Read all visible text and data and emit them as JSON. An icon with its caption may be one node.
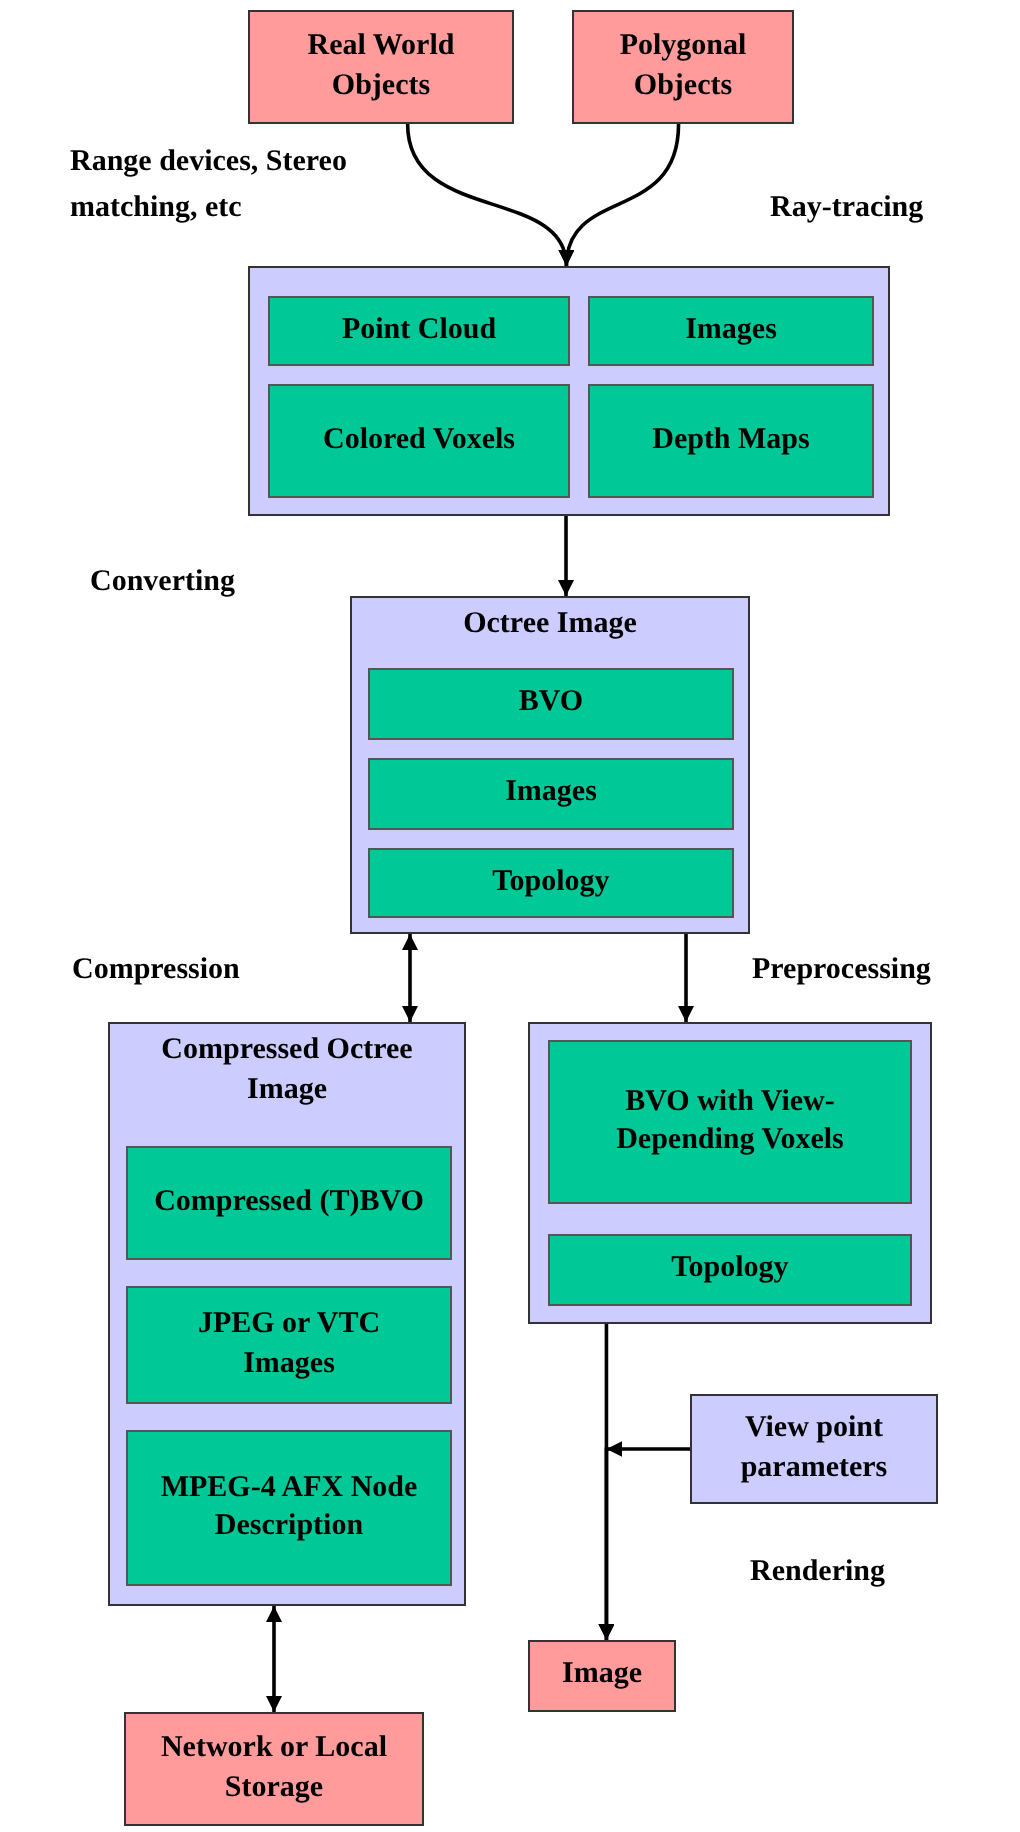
{
  "diagram": {
    "nodes": [
      {
        "text": [
          "Real World Objects"
        ]
      },
      {
        "text": [
          "Polygonal Objects"
        ]
      },
      {
        "text": [],
        "shape": "box"
      },
      {
        "text": [
          "Point Cloud"
        ],
        "in": 2
      },
      {
        "text": [
          "Images"
        ],
        "in": 2
      },
      {
        "text": [
          "Colored Voxels"
        ],
        "in": 2
      },
      {
        "text": [
          "Depth Maps"
        ],
        "in": 2
      },
      {
        "text": [
          "Octree Image"
        ]
      },
      {
        "text": [
          "BVO"
        ],
        "in": 7
      },
      {
        "text": [
          "Images"
        ],
        "in": 7
      },
      {
        "text": [
          "Topology"
        ],
        "in": 7
      },
      {
        "text": [
          "Compressed Octree Image"
        ]
      },
      {
        "text": [
          "Compressed (T)BVO"
        ],
        "in": 11
      },
      {
        "text": [
          "JPEG or VTC Images"
        ],
        "in": 11
      },
      {
        "text": [
          "MPEG-4 AFX Node Description"
        ],
        "in": 11
      },
      {
        "text": [],
        "shape": "box"
      },
      {
        "text": [
          "BVO with View-Depending Voxels"
        ],
        "in": 15
      },
      {
        "text": [
          "Topology"
        ],
        "in": 15
      },
      {
        "text": [
          "View point parameters"
        ]
      },
      {
        "text": [
          "Image"
        ]
      },
      {
        "text": [
          "Network or Local Storage"
        ]
      }
    ],
    "edges": [
      {
        "from": 0,
        "to": 2,
        "arrow": "to"
      },
      {
        "from": 1,
        "to": 2,
        "arrow": "to"
      },
      {
        "from": 2,
        "to": 7,
        "arrow": "to"
      },
      {
        "from": 7,
        "to": 11,
        "arrow": "both"
      },
      {
        "from": 7,
        "to": 15,
        "arrow": "to"
      },
      {
        "from": 15,
        "to": 19,
        "arrow": "to"
      },
      {
        "from": 18,
        "to": 19,
        "arrow": "to"
      },
      {
        "from": 11,
        "to": 20,
        "arrow": "both"
      }
    ],
    "labels": [
      "Range devices, Stereo matching, etc",
      "Ray-tracing",
      "Converting",
      "Compression",
      "Preprocessing",
      "Rendering"
    ]
  }
}
